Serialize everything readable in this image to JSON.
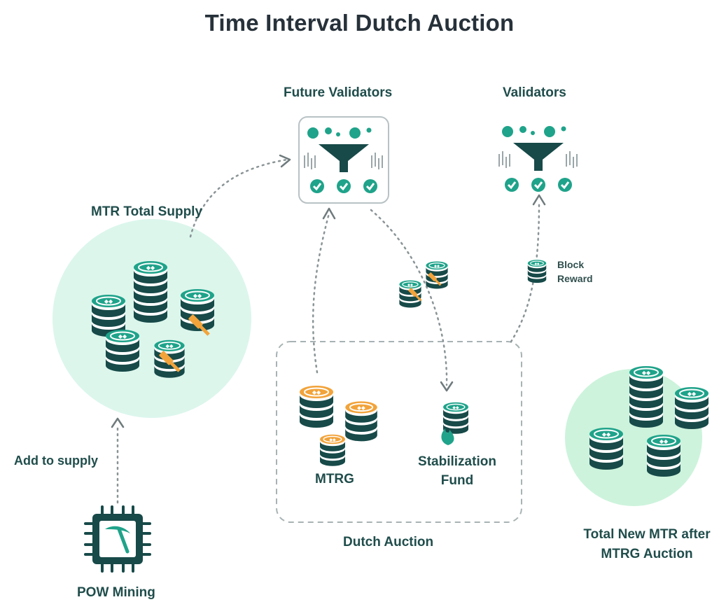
{
  "title": "Time Interval Dutch Auction",
  "labels": {
    "future_validators": "Future Validators",
    "validators": "Validators",
    "mtr_total_supply": "MTR Total Supply",
    "block_reward_line1": "Block",
    "block_reward_line2": "Reward",
    "add_to_supply": "Add to supply",
    "pow_mining": "POW Mining",
    "mtrg": "MTRG",
    "stabilization_fund_line1": "Stabilization",
    "stabilization_fund_line2": "Fund",
    "dutch_auction": "Dutch Auction",
    "total_new_mtr_line1": "Total New MTR after",
    "total_new_mtr_line2": "MTRG Auction"
  },
  "colors": {
    "teal": "#1fa38a",
    "teal_dark": "#174a49",
    "orange": "#f2a33a",
    "mint_circle": "#dcf6ec",
    "mint_circle_right": "#cdf3dc",
    "text_dark": "#27313a",
    "label": "#1f4d4b"
  },
  "icons": [
    "coin-stack-icon",
    "funnel-icon",
    "check-icon",
    "gavel-icon",
    "cpu-chip-icon",
    "pickaxe-icon",
    "flame-icon"
  ]
}
